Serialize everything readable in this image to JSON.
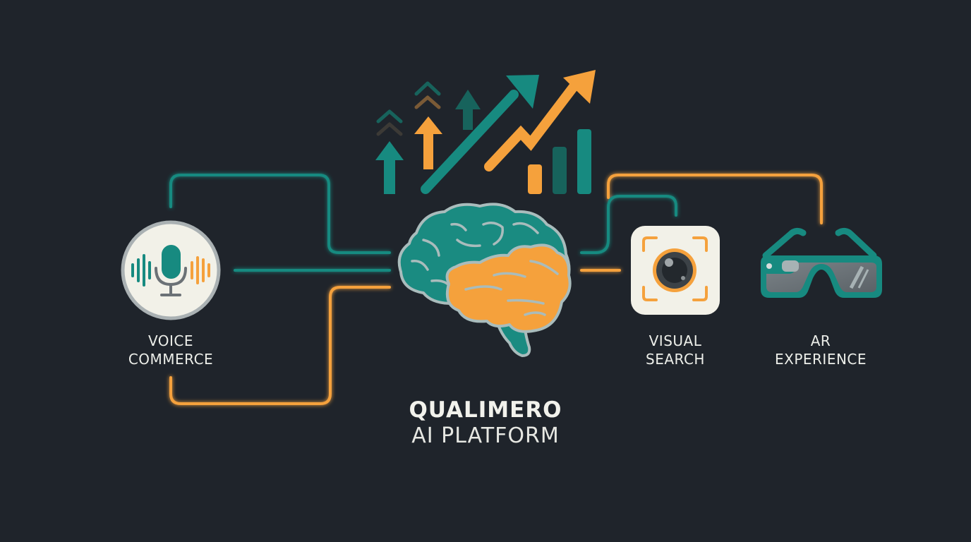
{
  "colors": {
    "background": "#1f242b",
    "teal": "#178a80",
    "orange": "#f5a13c",
    "light": "#f2f1e8",
    "gray": "#6b7176"
  },
  "platform": {
    "name": "QUALIMERO",
    "subtitle": "AI PLATFORM",
    "icon": "brain-icon"
  },
  "growth_graphic": {
    "icon": "growth-arrows-icon",
    "elements": [
      "chevron-arrows",
      "up-arrows",
      "trend-arrow-teal",
      "trend-arrow-orange",
      "bar-chart"
    ]
  },
  "features": [
    {
      "id": "voice-commerce",
      "label_line1": "VOICE",
      "label_line2": "COMMERCE",
      "icon": "microphone-icon"
    },
    {
      "id": "visual-search",
      "label_line1": "VISUAL",
      "label_line2": "SEARCH",
      "icon": "camera-lens-icon"
    },
    {
      "id": "ar-experience",
      "label_line1": "AR",
      "label_line2": "EXPERIENCE",
      "icon": "ar-glasses-icon"
    }
  ]
}
